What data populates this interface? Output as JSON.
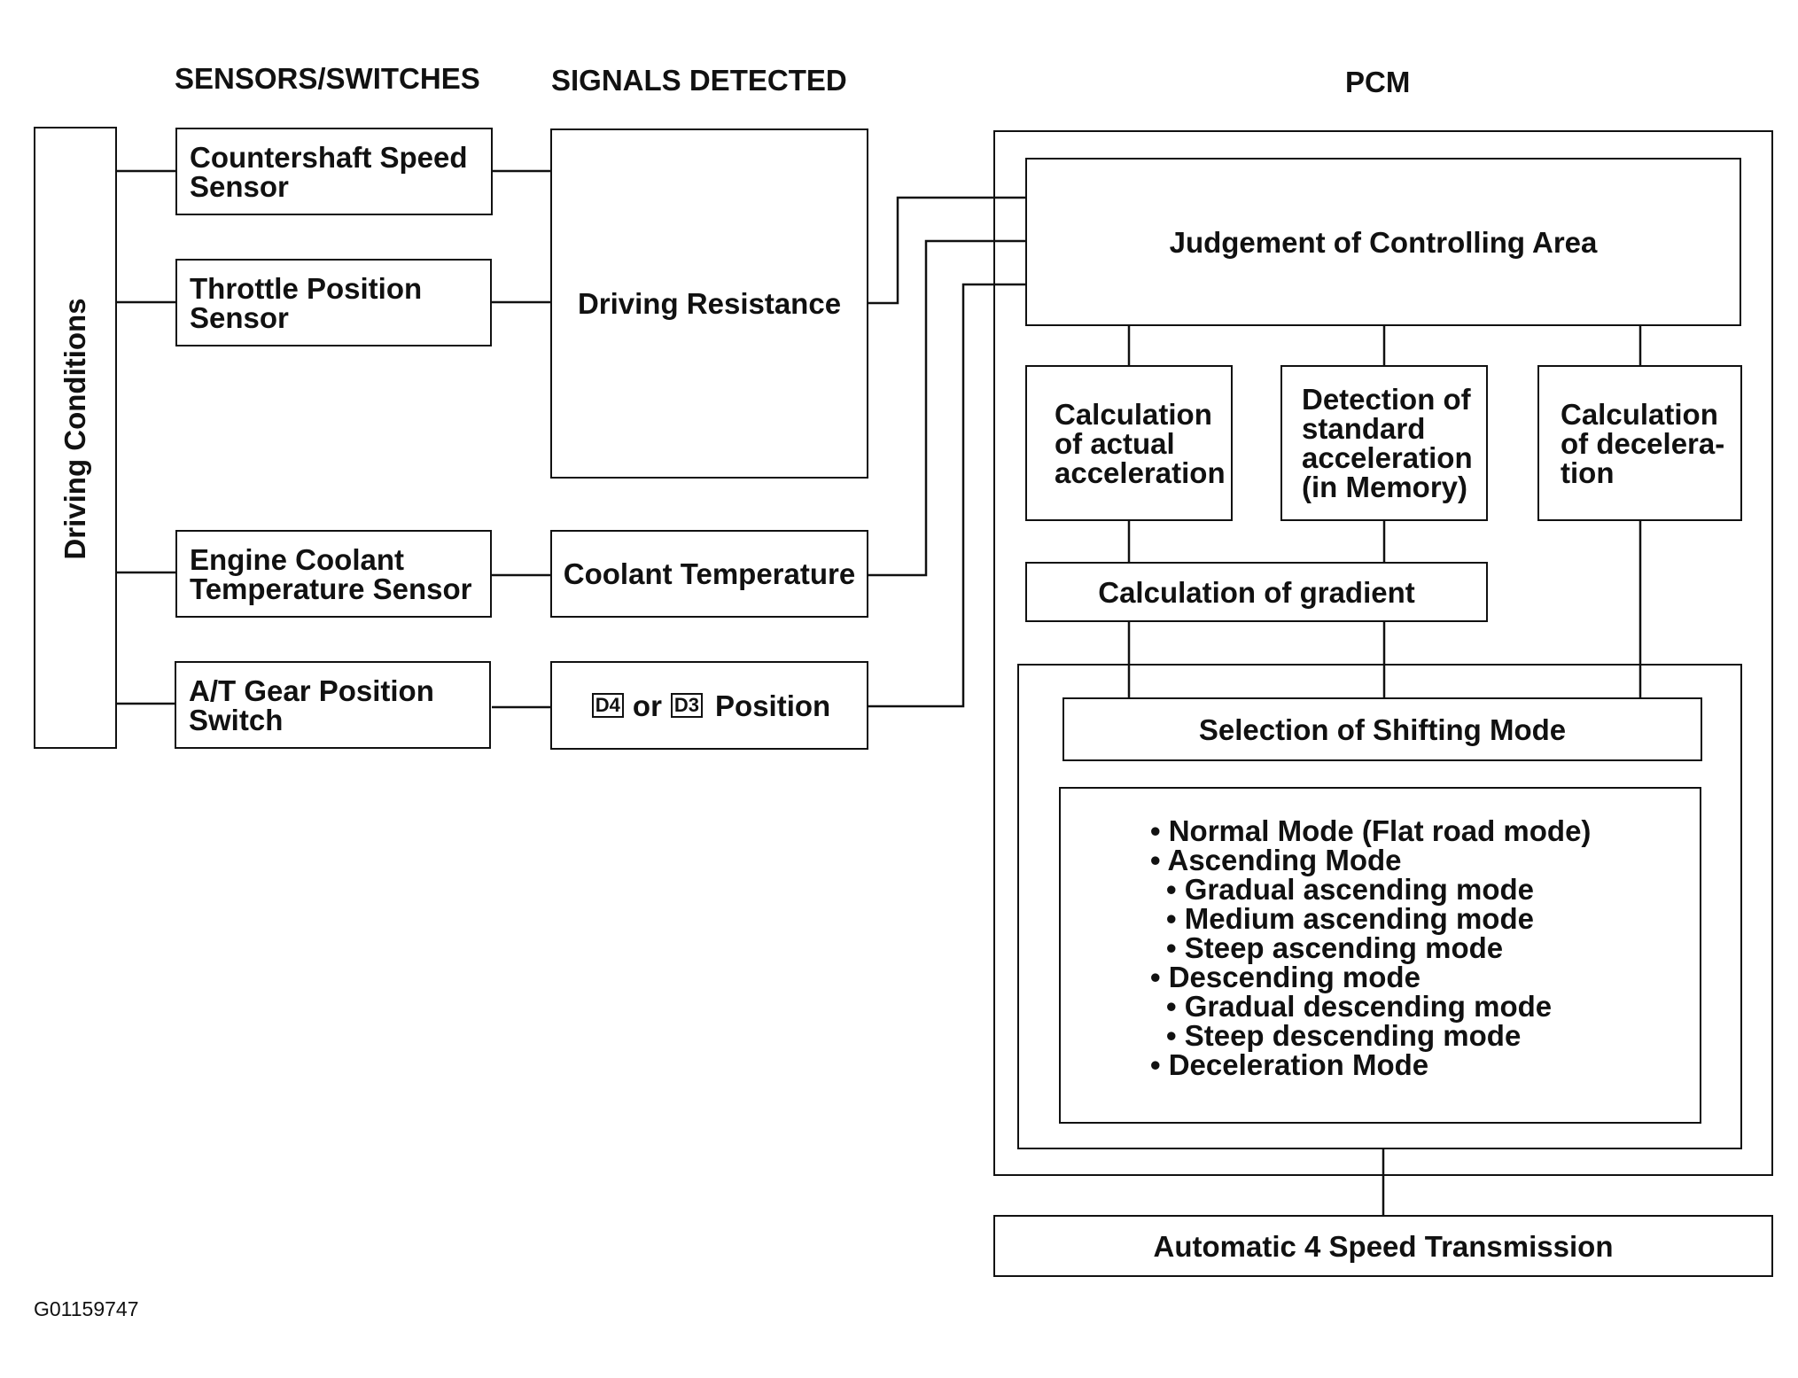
{
  "headers": {
    "sensors": "SENSORS/SWITCHES",
    "signals": "SIGNALS DETECTED",
    "pcm": "PCM"
  },
  "driving_conditions": "Driving Conditions",
  "sensors": {
    "countershaft": [
      "Countershaft Speed",
      "Sensor"
    ],
    "throttle": [
      "Throttle Position",
      "Sensor"
    ],
    "coolant": [
      "Engine Coolant",
      "Temperature Sensor"
    ],
    "gear": [
      "A/T Gear Position",
      "Switch"
    ]
  },
  "signals": {
    "driving_resistance": "Driving Resistance",
    "coolant_temperature": "Coolant Temperature",
    "position_d4": "D4",
    "position_or": "or",
    "position_d3": "D3",
    "position_label": "Position"
  },
  "pcm": {
    "judgement": "Judgement of Controlling Area",
    "actual_accel": [
      "Calculation",
      "of actual",
      "acceleration"
    ],
    "standard_accel": [
      "Detection of",
      "standard",
      "acceleration",
      "(in Memory)"
    ],
    "deceleration": [
      "Calculation",
      "of decelera-",
      "tion"
    ],
    "gradient": "Calculation of gradient",
    "selection": "Selection of Shifting Mode",
    "modes": [
      "• Normal Mode (Flat road mode)",
      "• Ascending Mode",
      "• Gradual ascending mode",
      "• Medium ascending mode",
      "• Steep ascending mode",
      "• Descending mode",
      "• Gradual descending mode",
      "• Steep descending mode",
      "• Deceleration Mode"
    ]
  },
  "transmission": "Automatic 4 Speed Transmission",
  "figure_code": "G01159747"
}
